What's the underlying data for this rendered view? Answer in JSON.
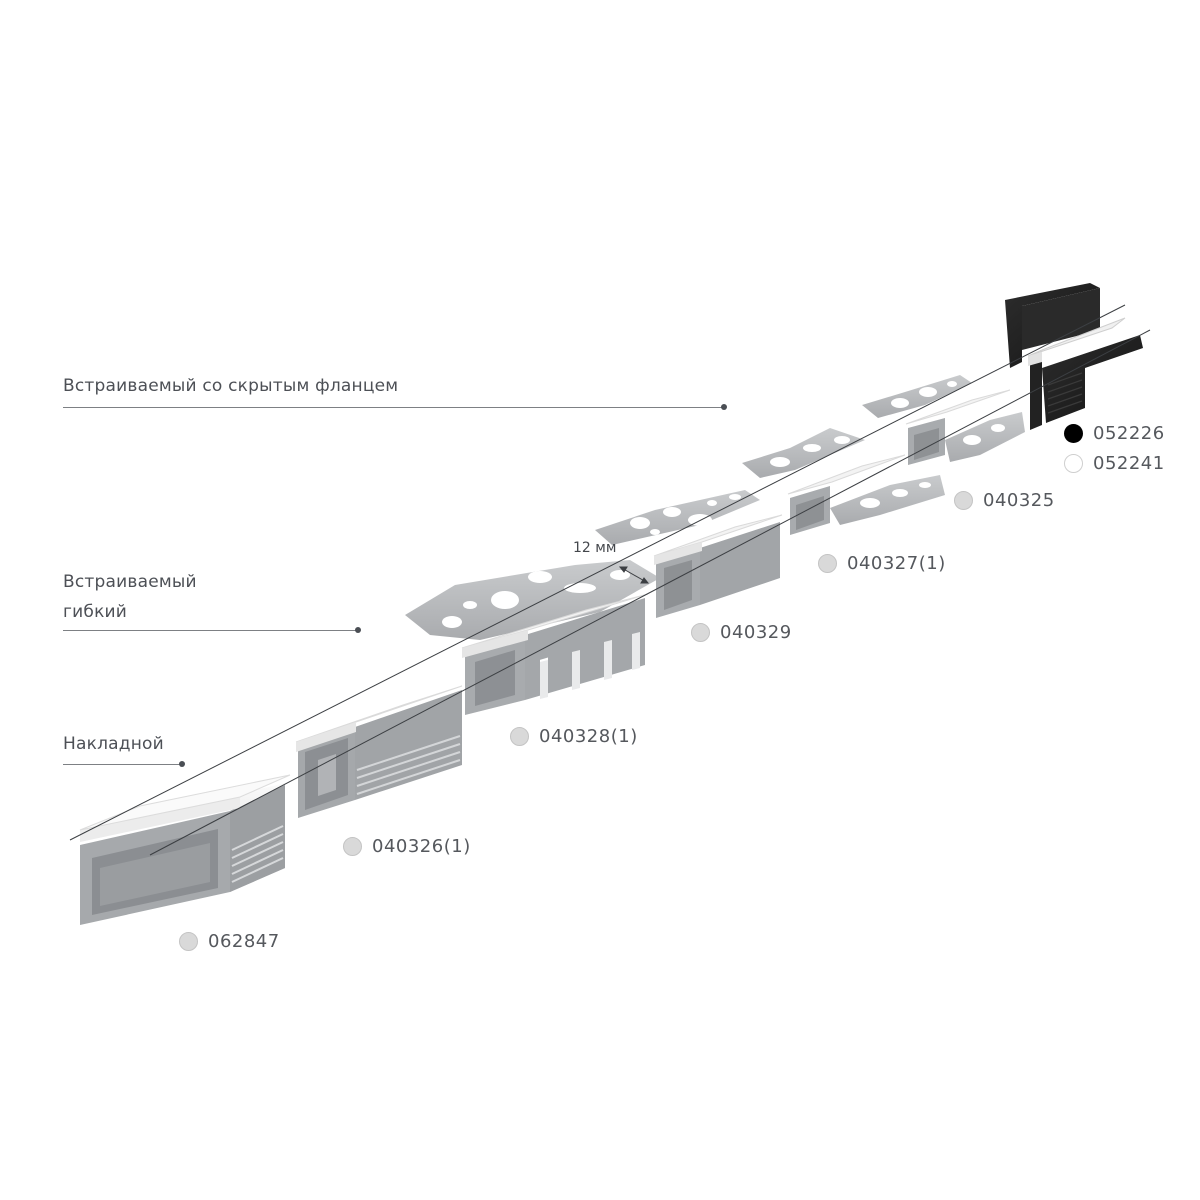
{
  "categories": [
    {
      "label": "Встраиваемый со скрытым фланцем"
    },
    {
      "label_line1": "Встраиваемый",
      "label_line2": "гибкий"
    },
    {
      "label": "Накладной"
    }
  ],
  "dimension": {
    "label": "12 мм"
  },
  "products": [
    {
      "code": "052226",
      "swatch_color": "#000000",
      "finish": "black"
    },
    {
      "code": "052241",
      "swatch_color": "#ffffff",
      "finish": "white"
    },
    {
      "code": "040325",
      "swatch_color": "#d9d9d9",
      "finish": "silver"
    },
    {
      "code": "040327(1)",
      "swatch_color": "#d9d9d9",
      "finish": "silver"
    },
    {
      "code": "040329",
      "swatch_color": "#d9d9d9",
      "finish": "silver"
    },
    {
      "code": "040328(1)",
      "swatch_color": "#d9d9d9",
      "finish": "silver"
    },
    {
      "code": "040326(1)",
      "swatch_color": "#d9d9d9",
      "finish": "silver"
    },
    {
      "code": "062847",
      "swatch_color": "#d9d9d9",
      "finish": "silver"
    }
  ],
  "colors": {
    "text": "#4d5056",
    "leader_line": "#7d8084",
    "aluminum": "#b4b6b8",
    "aluminum_dark": "#8e9194",
    "diffuser": "#f2f2f2",
    "black_profile": "#1e1e1e"
  }
}
